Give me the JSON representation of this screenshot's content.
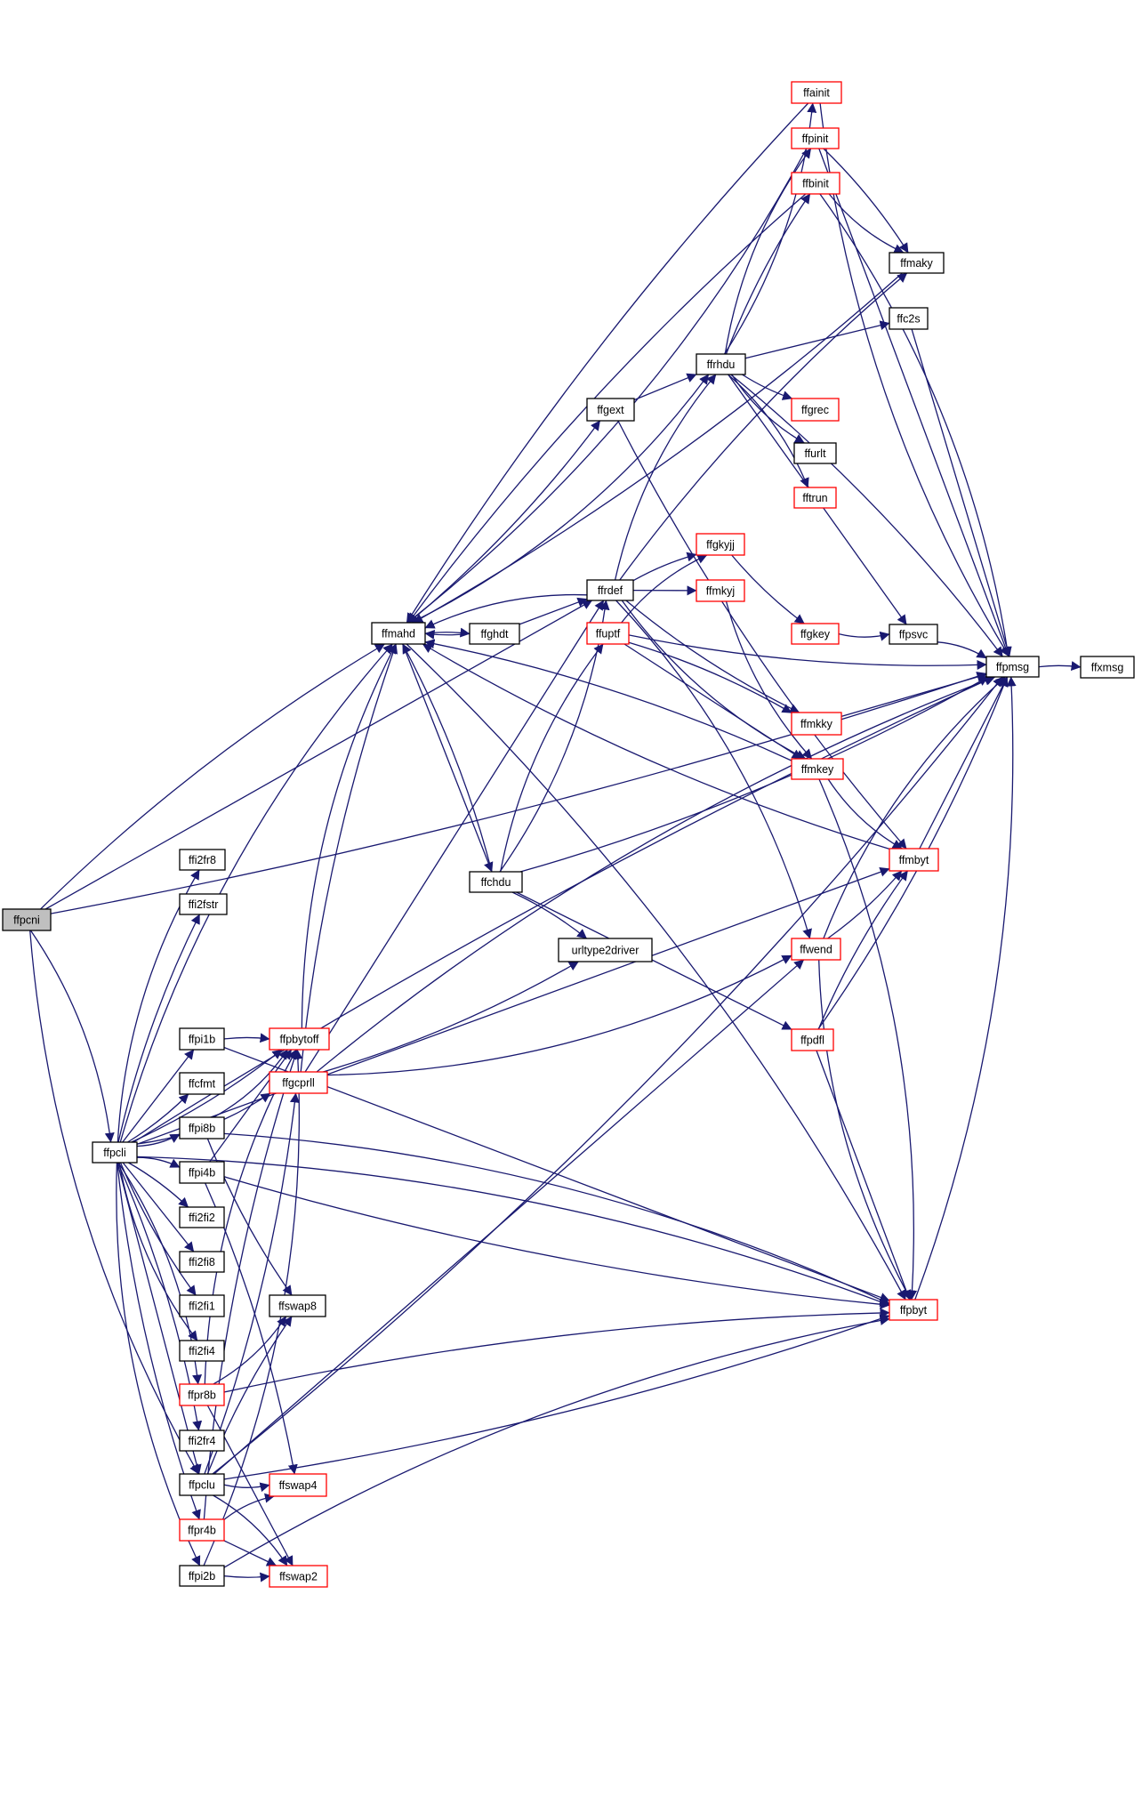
{
  "colors": {
    "edge": "#191970",
    "border_normal": "#000000",
    "border_external": "#ff0000",
    "fill_normal": "#ffffff",
    "fill_root": "#bfbfbf"
  },
  "nodes": [
    {
      "id": "ffpcni",
      "label": "ffpcni",
      "kind": "root"
    },
    {
      "id": "ffpcli",
      "label": "ffpcli",
      "kind": "normal"
    },
    {
      "id": "ffmahd",
      "label": "ffmahd",
      "kind": "normal"
    },
    {
      "id": "ffghdt",
      "label": "ffghdt",
      "kind": "normal"
    },
    {
      "id": "ffchdu",
      "label": "ffchdu",
      "kind": "normal"
    },
    {
      "id": "ffrdef",
      "label": "ffrdef",
      "kind": "normal"
    },
    {
      "id": "ffgext",
      "label": "ffgext",
      "kind": "normal"
    },
    {
      "id": "ffrhdu",
      "label": "ffrhdu",
      "kind": "normal"
    },
    {
      "id": "ffainit",
      "label": "ffainit",
      "kind": "external"
    },
    {
      "id": "ffpinit",
      "label": "ffpinit",
      "kind": "external"
    },
    {
      "id": "ffbinit",
      "label": "ffbinit",
      "kind": "external"
    },
    {
      "id": "ffmaky",
      "label": "ffmaky",
      "kind": "normal"
    },
    {
      "id": "ffc2s",
      "label": "ffc2s",
      "kind": "normal"
    },
    {
      "id": "ffgrec",
      "label": "ffgrec",
      "kind": "external"
    },
    {
      "id": "ffurlt",
      "label": "ffurlt",
      "kind": "normal"
    },
    {
      "id": "fftrun",
      "label": "fftrun",
      "kind": "external"
    },
    {
      "id": "ffgkyjj",
      "label": "ffgkyjj",
      "kind": "external"
    },
    {
      "id": "ffmkyj",
      "label": "ffmkyj",
      "kind": "external"
    },
    {
      "id": "ffuptf",
      "label": "ffuptf",
      "kind": "external"
    },
    {
      "id": "ffgkey",
      "label": "ffgkey",
      "kind": "external"
    },
    {
      "id": "ffpsvc",
      "label": "ffpsvc",
      "kind": "normal"
    },
    {
      "id": "ffpmsg",
      "label": "ffpmsg",
      "kind": "normal"
    },
    {
      "id": "ffxmsg",
      "label": "ffxmsg",
      "kind": "normal"
    },
    {
      "id": "ffmkky",
      "label": "ffmkky",
      "kind": "external"
    },
    {
      "id": "ffmkey",
      "label": "ffmkey",
      "kind": "external"
    },
    {
      "id": "ffmbyt",
      "label": "ffmbyt",
      "kind": "external"
    },
    {
      "id": "urltype2driver",
      "label": "urltype2driver",
      "kind": "normal"
    },
    {
      "id": "ffwend",
      "label": "ffwend",
      "kind": "external"
    },
    {
      "id": "ffpdfl",
      "label": "ffpdfl",
      "kind": "external"
    },
    {
      "id": "ffpbyt",
      "label": "ffpbyt",
      "kind": "external"
    },
    {
      "id": "ffpbytoff",
      "label": "ffpbytoff",
      "kind": "external"
    },
    {
      "id": "ffgcprll",
      "label": "ffgcprll",
      "kind": "external"
    },
    {
      "id": "ffi2fr8",
      "label": "ffi2fr8",
      "kind": "normal"
    },
    {
      "id": "ffi2fstr",
      "label": "ffi2fstr",
      "kind": "normal"
    },
    {
      "id": "ffpi1b",
      "label": "ffpi1b",
      "kind": "normal"
    },
    {
      "id": "ffcfmt",
      "label": "ffcfmt",
      "kind": "normal"
    },
    {
      "id": "ffpi8b",
      "label": "ffpi8b",
      "kind": "normal"
    },
    {
      "id": "ffpi4b",
      "label": "ffpi4b",
      "kind": "normal"
    },
    {
      "id": "ffi2fi2",
      "label": "ffi2fi2",
      "kind": "normal"
    },
    {
      "id": "ffi2fi8",
      "label": "ffi2fi8",
      "kind": "normal"
    },
    {
      "id": "ffi2fi1",
      "label": "ffi2fi1",
      "kind": "normal"
    },
    {
      "id": "ffi2fi4",
      "label": "ffi2fi4",
      "kind": "normal"
    },
    {
      "id": "ffswap8",
      "label": "ffswap8",
      "kind": "normal"
    },
    {
      "id": "ffpr8b",
      "label": "ffpr8b",
      "kind": "external"
    },
    {
      "id": "ffi2fr4",
      "label": "ffi2fr4",
      "kind": "normal"
    },
    {
      "id": "ffpclu",
      "label": "ffpclu",
      "kind": "normal"
    },
    {
      "id": "ffswap4",
      "label": "ffswap4",
      "kind": "external"
    },
    {
      "id": "ffpr4b",
      "label": "ffpr4b",
      "kind": "external"
    },
    {
      "id": "ffpi2b",
      "label": "ffpi2b",
      "kind": "normal"
    },
    {
      "id": "ffswap2",
      "label": "ffswap2",
      "kind": "external"
    }
  ],
  "edges": [
    [
      "ffpcni",
      "ffpcli"
    ],
    [
      "ffpcni",
      "ffmahd"
    ],
    [
      "ffpcni",
      "ffrdef"
    ],
    [
      "ffpcni",
      "ffpmsg"
    ],
    [
      "ffpcni",
      "ffpclu"
    ],
    [
      "ffpcli",
      "ffmahd"
    ],
    [
      "ffpcli",
      "ffpmsg"
    ],
    [
      "ffpcli",
      "ffmbyt"
    ],
    [
      "ffpcli",
      "ffpbytoff"
    ],
    [
      "ffpcli",
      "ffgcprll"
    ],
    [
      "ffpcli",
      "ffi2fr8"
    ],
    [
      "ffpcli",
      "ffi2fstr"
    ],
    [
      "ffpcli",
      "ffpi1b"
    ],
    [
      "ffpcli",
      "ffcfmt"
    ],
    [
      "ffpcli",
      "ffpi8b"
    ],
    [
      "ffpcli",
      "ffpi4b"
    ],
    [
      "ffpcli",
      "ffi2fi2"
    ],
    [
      "ffpcli",
      "ffi2fi8"
    ],
    [
      "ffpcli",
      "ffi2fi1"
    ],
    [
      "ffpcli",
      "ffi2fi4"
    ],
    [
      "ffpcli",
      "ffpr8b"
    ],
    [
      "ffpcli",
      "ffi2fr4"
    ],
    [
      "ffpcli",
      "ffpclu"
    ],
    [
      "ffpcli",
      "ffpr4b"
    ],
    [
      "ffpcli",
      "ffpi2b"
    ],
    [
      "ffpcli",
      "ffpbyt"
    ],
    [
      "ffmahd",
      "ffghdt"
    ],
    [
      "ffmahd",
      "ffchdu"
    ],
    [
      "ffmahd",
      "ffgext"
    ],
    [
      "ffmahd",
      "ffrhdu"
    ],
    [
      "ffmahd",
      "ffpbyt"
    ],
    [
      "ffghdt",
      "ffmahd"
    ],
    [
      "ffghdt",
      "ffrdef"
    ],
    [
      "ffchdu",
      "ffmahd"
    ],
    [
      "ffchdu",
      "ffrdef"
    ],
    [
      "ffchdu",
      "ffuptf"
    ],
    [
      "ffchdu",
      "urltype2driver"
    ],
    [
      "ffchdu",
      "ffpdfl"
    ],
    [
      "ffchdu",
      "ffpmsg"
    ],
    [
      "ffrdef",
      "ffmahd"
    ],
    [
      "ffrdef",
      "ffrhdu"
    ],
    [
      "ffrdef",
      "ffgkyjj"
    ],
    [
      "ffrdef",
      "ffmkyj"
    ],
    [
      "ffrdef",
      "ffmkky"
    ],
    [
      "ffrdef",
      "ffmkey"
    ],
    [
      "ffrdef",
      "ffwend"
    ],
    [
      "ffrdef",
      "ffmaky"
    ],
    [
      "ffgext",
      "ffrhdu"
    ],
    [
      "ffgext",
      "ffmbyt"
    ],
    [
      "ffrhdu",
      "ffainit"
    ],
    [
      "ffrhdu",
      "ffpinit"
    ],
    [
      "ffrhdu",
      "ffbinit"
    ],
    [
      "ffrhdu",
      "ffc2s"
    ],
    [
      "ffrhdu",
      "ffgrec"
    ],
    [
      "ffrhdu",
      "ffurlt"
    ],
    [
      "ffrhdu",
      "fftrun"
    ],
    [
      "ffrhdu",
      "ffpmsg"
    ],
    [
      "ffrhdu",
      "ffpsvc"
    ],
    [
      "ffainit",
      "ffmahd"
    ],
    [
      "ffainit",
      "ffpmsg"
    ],
    [
      "ffpinit",
      "ffmahd"
    ],
    [
      "ffpinit",
      "ffmaky"
    ],
    [
      "ffpinit",
      "ffpmsg"
    ],
    [
      "ffbinit",
      "ffmahd"
    ],
    [
      "ffbinit",
      "ffmaky"
    ],
    [
      "ffbinit",
      "ffpmsg"
    ],
    [
      "ffmaky",
      "ffmahd"
    ],
    [
      "ffc2s",
      "ffpmsg"
    ],
    [
      "ffgkyjj",
      "ffgkey"
    ],
    [
      "ffmkyj",
      "ffmkey"
    ],
    [
      "ffuptf",
      "ffgkyjj"
    ],
    [
      "ffuptf",
      "ffmkky"
    ],
    [
      "ffuptf",
      "ffmkey"
    ],
    [
      "ffuptf",
      "ffpmsg"
    ],
    [
      "ffgkey",
      "ffpsvc"
    ],
    [
      "ffpsvc",
      "ffpmsg"
    ],
    [
      "ffpmsg",
      "ffxmsg"
    ],
    [
      "ffmkky",
      "ffpmsg"
    ],
    [
      "ffmkey",
      "ffmahd"
    ],
    [
      "ffmkey",
      "ffmbyt"
    ],
    [
      "ffmkey",
      "ffpbyt"
    ],
    [
      "ffmbyt",
      "ffmahd"
    ],
    [
      "ffmbyt",
      "ffpmsg"
    ],
    [
      "ffwend",
      "ffmbyt"
    ],
    [
      "ffwend",
      "ffpbyt"
    ],
    [
      "ffwend",
      "ffpmsg"
    ],
    [
      "ffpdfl",
      "ffmbyt"
    ],
    [
      "ffpdfl",
      "ffpbyt"
    ],
    [
      "ffpdfl",
      "ffpmsg"
    ],
    [
      "ffpbyt",
      "ffpmsg"
    ],
    [
      "ffpbytoff",
      "ffmahd"
    ],
    [
      "ffgcprll",
      "ffmahd"
    ],
    [
      "ffgcprll",
      "ffrdef"
    ],
    [
      "ffgcprll",
      "urltype2driver"
    ],
    [
      "ffgcprll",
      "ffwend"
    ],
    [
      "ffgcprll",
      "ffpmsg"
    ],
    [
      "ffpi1b",
      "ffpbytoff"
    ],
    [
      "ffpi1b",
      "ffpbyt"
    ],
    [
      "ffpi8b",
      "ffswap8"
    ],
    [
      "ffpi8b",
      "ffpbytoff"
    ],
    [
      "ffpi8b",
      "ffpbyt"
    ],
    [
      "ffpi4b",
      "ffswap4"
    ],
    [
      "ffpi4b",
      "ffpbytoff"
    ],
    [
      "ffpi4b",
      "ffpbyt"
    ],
    [
      "ffpr8b",
      "ffswap8"
    ],
    [
      "ffpr8b",
      "ffpbytoff"
    ],
    [
      "ffpr8b",
      "ffpbyt"
    ],
    [
      "ffpr8b",
      "ffswap2"
    ],
    [
      "ffpclu",
      "ffgcprll"
    ],
    [
      "ffpclu",
      "ffswap4"
    ],
    [
      "ffpclu",
      "ffswap2"
    ],
    [
      "ffpclu",
      "ffswap8"
    ],
    [
      "ffpclu",
      "ffwend"
    ],
    [
      "ffpclu",
      "ffpbyt"
    ],
    [
      "ffpclu",
      "ffpmsg"
    ],
    [
      "ffpr4b",
      "ffswap4"
    ],
    [
      "ffpr4b",
      "ffpbytoff"
    ],
    [
      "ffpr4b",
      "ffswap2"
    ],
    [
      "ffpi2b",
      "ffswap2"
    ],
    [
      "ffpi2b",
      "ffpbytoff"
    ],
    [
      "ffpi2b",
      "ffpbyt"
    ]
  ]
}
